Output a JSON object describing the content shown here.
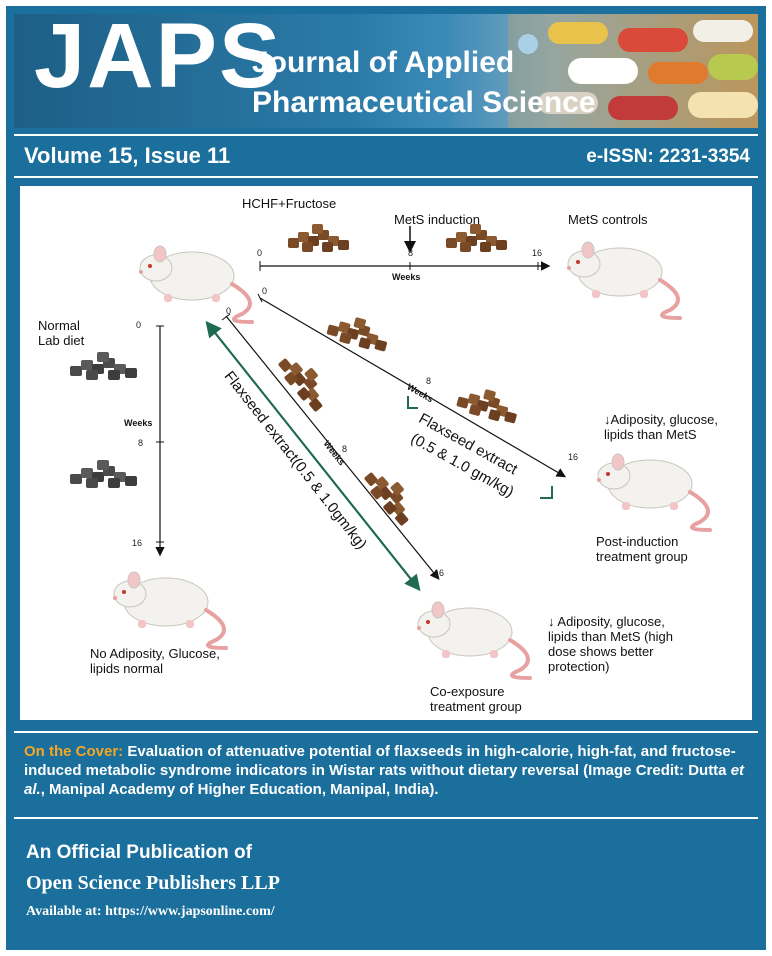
{
  "header": {
    "logo": "JAPS",
    "title_line1": "Journal of Applied",
    "title_line2": "Pharmaceutical Science"
  },
  "issue_bar": {
    "volume": "Volume 15, Issue 11",
    "eissn": "e-ISSN: 2231-3354"
  },
  "figure": {
    "hchf_label": "HCHF+Fructose",
    "mets_induction": "MetS induction",
    "mets_controls": "MetS controls",
    "normal_diet": [
      "Normal",
      "Lab diet"
    ],
    "weeks": "Weeks",
    "ticks": {
      "t0": "0",
      "t8": "8",
      "t16": "16"
    },
    "flaxseed_post": [
      "Flaxseed extract",
      "(0.5 & 1.0 gm/kg)"
    ],
    "flaxseed_co": "Flaxseed extract(0.5 & 1.0gm/kg)",
    "post_effect": [
      "↓Adiposity, glucose,",
      "lipids than MetS"
    ],
    "post_group": [
      "Post-induction",
      "treatment group"
    ],
    "normal_outcome": [
      "No Adiposity, Glucose,",
      "lipids normal"
    ],
    "co_effect": [
      "↓ Adiposity, glucose,",
      "lipids than MetS (high",
      "dose shows better",
      "protection)"
    ],
    "co_group": [
      "Co-exposure",
      "treatment group"
    ]
  },
  "cover": {
    "label": "On the Cover:",
    "text_a": " Evaluation of attenuative potential of flaxseeds in high-calorie, high-fat, and fructose-induced metabolic syndrome indicators in Wistar rats without dietary reversal (Image Credit: Dutta ",
    "text_em": "et al.",
    "text_b": ", Manipal Academy of Higher Education, Manipal, India)."
  },
  "publisher": {
    "line1": "An Official Publication of",
    "line2": "Open Science Publishers LLP",
    "line3": "Available at: https://www.japsonline.com/"
  },
  "colors": {
    "frame_blue": "#1a6f9c",
    "cover_label_orange": "#f5a623",
    "arrow_green": "#1e6b4f",
    "pellet_brown": "#7a4a26",
    "pellet_gray": "#4a4a4a"
  }
}
